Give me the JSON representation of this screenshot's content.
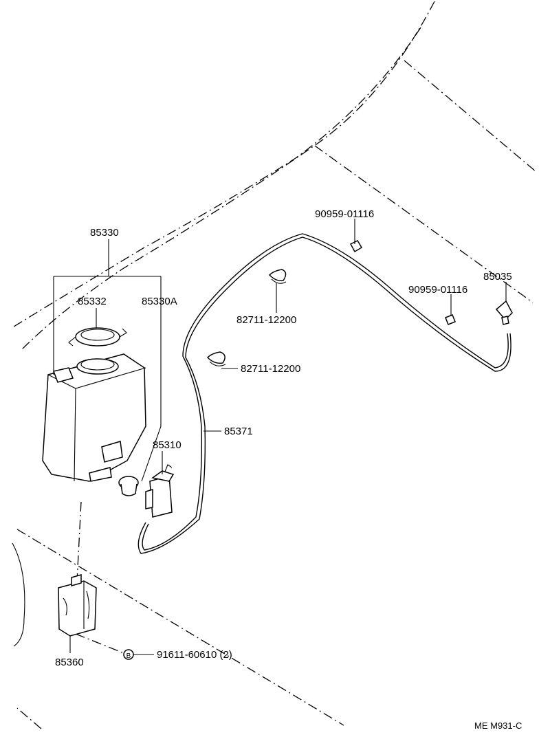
{
  "labels": {
    "p85330": "85330",
    "p85332": "85332",
    "p85330A": "85330A",
    "p90959_a": "90959-01116",
    "p90959_b": "90959-01116",
    "p85035": "85035",
    "p82711_a": "82711-12200",
    "p82711_b": "82711-12200",
    "p85371": "85371",
    "p85310": "85310",
    "p85360": "85360",
    "p91611": "91611-60610 (2)",
    "bolt_marker": "B",
    "ref_code": "ME M931-C"
  }
}
